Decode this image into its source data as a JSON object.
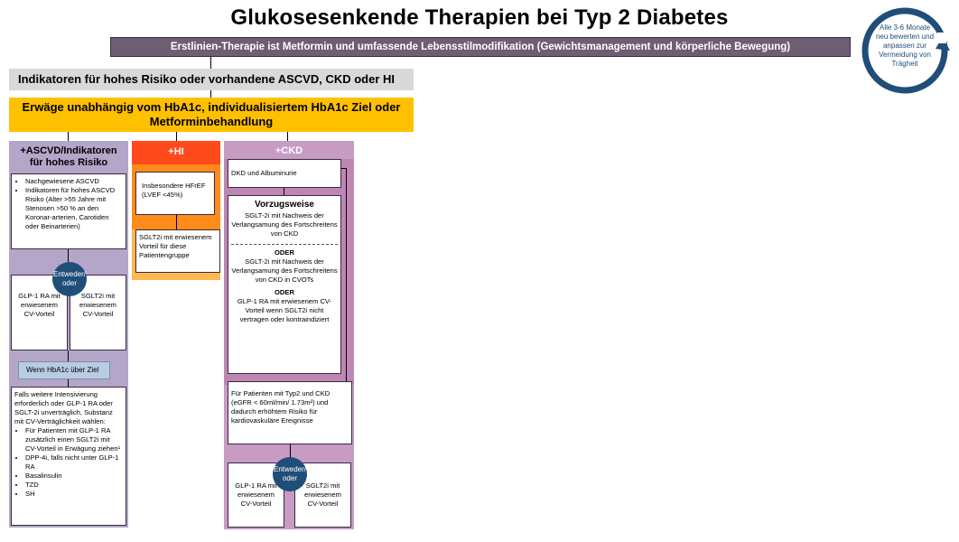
{
  "title": "Glukosesenkende Therapien bei Typ 2 Diabetes",
  "first_line": "Erstlinien-Therapie ist Metformin und umfassende Lebensstilmodifikation (Gewichtsmanagement und körperliche Bewegung)",
  "indicators": "Indikatoren für hohes Risiko oder vorhandene ASCVD, CKD oder HI",
  "consider": "Erwäge unabhängig vom HbA1c, individualisiertem HbA1c Ziel oder Metforminbehandlung",
  "cycle": "Alle 3-6 Monate neu bewerten und anpassen zur Vermeidung von Trägheit",
  "ascvd": {
    "header": "+ASCVD/Indikatoren für hohes Risiko",
    "bullets": [
      "Nachgewiesene ASCVD",
      "Indikatoren für hohes ASCVD Risiko (Alter >55 Jahre mit Stenosen >50 % an den Koronar-arterien, Carotiden oder Beinarterien)"
    ],
    "either_or": "Entweder/ oder",
    "left_option": "GLP-1 RA mit erwiesenem CV-Vorteil",
    "right_option": "SGLT2i mit erwiesenem CV-Vorteil",
    "hba1c_note": "Wenn HbA1c über Ziel",
    "intensify_intro": "Falls weitere Intensivierung erforderlich oder GLP-1 RA oder SGLT-2i unverträglich, Substanz mit CV-Verträglichkeit wählen:",
    "intensify_bullets": [
      "Für Patienten mit GLP-1 RA zusätzlich einen SGLT2i mit CV-Vorteil in Erwägung ziehen¹",
      "DPP-4i, falls nicht unter GLP-1 RA",
      "Basalinsulin",
      "TZD",
      "SH"
    ]
  },
  "hi": {
    "header": "+HI",
    "box1": "Insbesondere HFrEF (LVEF <45%)",
    "box2": "SGLT2i mit erwiesenem Vorteil für diese Patientengruppe"
  },
  "ckd": {
    "header": "+CKD",
    "dkd": "DKD und Albuminurie",
    "preferred_title": "Vorzugsweise",
    "preferred_text": "SGLT-2i mit Nachweis der Verlangsamung des Fortschreitens von CKD",
    "oder1": "ODER",
    "option2": "SGLT-2i mit Nachweis der Verlangsamung des Fortschreitens von CKD in CVOTs",
    "oder2": "ODER",
    "option3": "GLP-1 RA mit erwiesenem CV-Vorteil wenn SGLT2i nicht vertragen oder kontraindiziert",
    "patients": "Für Patienten mit Typ2 und CKD (eGFR < 60ml/min/ 1.73m²) und dadurch erhöhtem Risiko für kardiovaskuläre Ereignisse",
    "either_or": "Entweder/ oder",
    "left_option": "GLP-1 RA mit erwiesenem CV-Vorteil",
    "right_option": "SGLT2i mit erwiesenem CV-Vorteil"
  }
}
